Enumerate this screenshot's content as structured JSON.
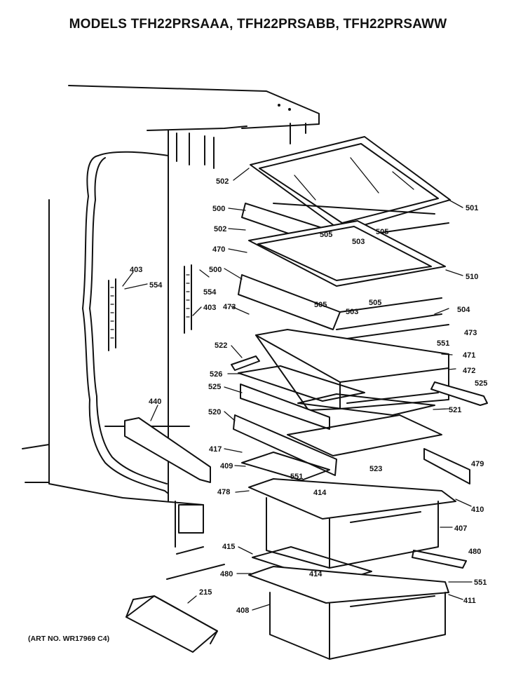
{
  "title": "MODELS TFH22PRSAAA, TFH22PRSABB, TFH22PRSAWW",
  "art_number": "(ART NO. WR17969 C4)",
  "labels": {
    "l502a": "502",
    "l501": "501",
    "l500a": "500",
    "l505a": "505",
    "l505b": "505",
    "l502b": "502",
    "l503a": "503",
    "l470": "470",
    "l510": "510",
    "l403a": "403",
    "l554a": "554",
    "l554b": "554",
    "l403b": "403",
    "l500b": "500",
    "l505c": "505",
    "l505d": "505",
    "l473a": "473",
    "l503b": "503",
    "l504": "504",
    "l473b": "473",
    "l551a": "551",
    "l522": "522",
    "l471": "471",
    "l526": "526",
    "l472": "472",
    "l525a": "525",
    "l525b": "525",
    "l521": "521",
    "l440": "440",
    "l520": "520",
    "l417": "417",
    "l409": "409",
    "l479": "479",
    "l551b": "551",
    "l523": "523",
    "l478": "478",
    "l414a": "414",
    "l410": "410",
    "l407": "407",
    "l415": "415",
    "l480a": "480",
    "l414b": "414",
    "l480b": "480",
    "l551c": "551",
    "l411": "411",
    "l408": "408",
    "l215": "215"
  }
}
